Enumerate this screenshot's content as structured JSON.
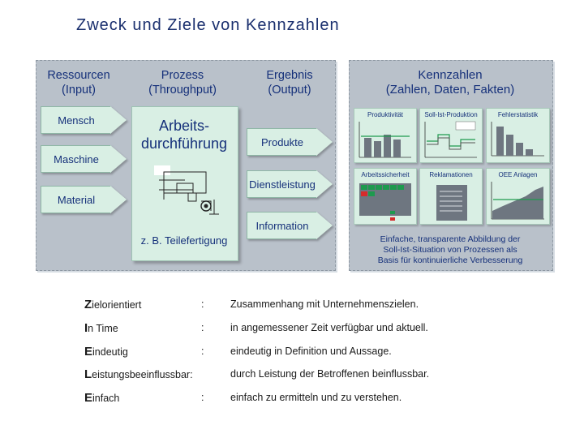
{
  "title": "Zweck und Ziele von Kennzahlen",
  "columns": {
    "input": {
      "line1": "Ressourcen",
      "line2": "(Input)"
    },
    "process": {
      "line1": "Prozess",
      "line2": "(Throughput)"
    },
    "output": {
      "line1": "Ergebnis",
      "line2": "(Output)"
    }
  },
  "inputs": [
    "Mensch",
    "Maschine",
    "Material"
  ],
  "process": {
    "line1": "Arbeits-",
    "line2": "durchführung",
    "sub": "z. B. Teilefertigung"
  },
  "outputs": [
    "Produkte",
    "Dienstleistung",
    "Information"
  ],
  "kennzahlen": {
    "line1": "Kennzahlen",
    "line2": "(Zahlen,  Daten,  Fakten)",
    "tiles": [
      "Produktivität",
      "Soll-Ist-Produktion",
      "Fehlerstatistik",
      "Arbeitssicherheit",
      "Reklamationen",
      "OEE Anlagen"
    ],
    "caption": [
      "Einfache, transparente Abbildung der",
      "Soll-Ist-Situation  von Prozessen als",
      "Basis für kontinuierliche Verbesserung"
    ]
  },
  "criteria": [
    {
      "initial": "Z",
      "rest": "ielorientiert",
      "sep": ":",
      "desc": "Zusammenhang mit Unternehmenszielen."
    },
    {
      "initial": "I",
      "rest": "n Time",
      "sep": ":",
      "desc": "in angemessener Zeit verfügbar und aktuell."
    },
    {
      "initial": "E",
      "rest": "indeutig",
      "sep": ":",
      "desc": "eindeutig in Definition und Aussage."
    },
    {
      "initial": "L",
      "rest": "eistungsbeeinflussbar",
      "sep": ":",
      "desc": "durch Leistung der Betroffenen beinflussbar."
    },
    {
      "initial": "E",
      "rest": "infach",
      "sep": ":",
      "desc": "einfach zu ermitteln und zu verstehen."
    }
  ],
  "colors": {
    "title": "#1a2f6e",
    "panel": "#b9c1ca",
    "arrow": "#d9efe4",
    "bars": "#6e7680"
  }
}
